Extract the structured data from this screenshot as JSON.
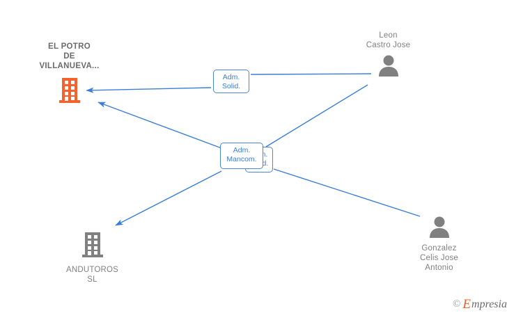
{
  "diagram": {
    "background_color": "#ffffff",
    "edge_color": "#3B7DD8",
    "company_main_color": "#F4622E",
    "company_other_color": "#808080",
    "person_color": "#808080",
    "nodes": [
      {
        "id": "el-potro",
        "type": "company-main",
        "label": "EL POTRO\nDE\nVILLANUEVA...",
        "icon": "building-icon"
      },
      {
        "id": "andutoros",
        "type": "company",
        "label": "ANDUTOROS\nSL",
        "icon": "building-icon"
      },
      {
        "id": "leon-castro-jose",
        "type": "person",
        "label": "Leon\nCastro Jose",
        "icon": "person-icon"
      },
      {
        "id": "gonzalez-celis-jose-antonio",
        "type": "person",
        "label": "Gonzalez\nCelis Jose\nAntonio",
        "icon": "person-icon"
      }
    ],
    "edge_labels": [
      {
        "id": "adm-solid-top",
        "text": "Adm.\nSolid."
      },
      {
        "id": "adm-mancom-center",
        "text": "Adm.\nMancom."
      },
      {
        "id": "adm-solid-center-back",
        "text": "Adm.\nSolid."
      }
    ]
  },
  "watermark": {
    "copyright": "©",
    "brand_initial": "E",
    "brand_rest": "mpresia"
  }
}
